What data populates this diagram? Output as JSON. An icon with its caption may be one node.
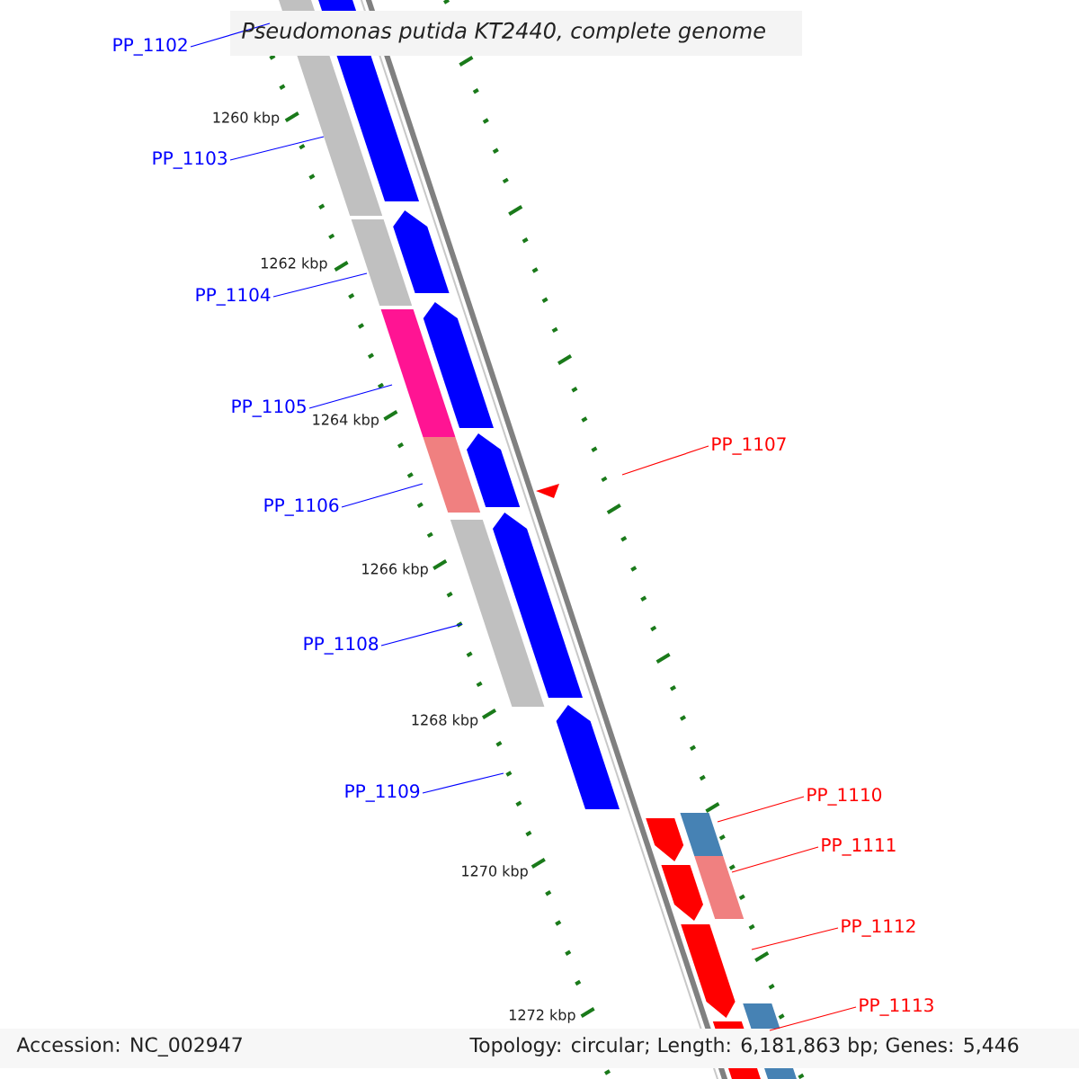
{
  "diagram": {
    "title": "Pseudomonas putida KT2440, complete genome",
    "nodes": [
      {
        "text": [
          "PP_1102"
        ]
      },
      {
        "text": [
          "PP_1103"
        ]
      },
      {
        "text": [
          "PP_1104"
        ]
      },
      {
        "text": [
          "PP_1105"
        ]
      },
      {
        "text": [
          "PP_1106"
        ]
      },
      {
        "text": [
          "PP_1107"
        ]
      },
      {
        "text": [
          "PP_1108"
        ]
      },
      {
        "text": [
          "PP_1109"
        ]
      },
      {
        "text": [
          "PP_1110"
        ]
      },
      {
        "text": [
          "PP_1111"
        ]
      },
      {
        "text": [
          "PP_1112"
        ]
      },
      {
        "text": [
          "PP_1113"
        ]
      }
    ],
    "edges": [
      {
        "from": 0,
        "to": null,
        "arrow": "none"
      },
      {
        "from": 1,
        "to": null,
        "arrow": "none"
      },
      {
        "from": 2,
        "to": null,
        "arrow": "none"
      },
      {
        "from": 3,
        "to": null,
        "arrow": "none"
      },
      {
        "from": 4,
        "to": null,
        "arrow": "none"
      },
      {
        "from": 5,
        "to": null,
        "arrow": "none",
        "color": "#ff0000"
      },
      {
        "from": 6,
        "to": null,
        "arrow": "none"
      },
      {
        "from": 7,
        "to": null,
        "arrow": "none"
      },
      {
        "from": 8,
        "to": null,
        "arrow": "none",
        "color": "#ff0000"
      },
      {
        "from": 9,
        "to": null,
        "arrow": "none",
        "color": "#ff0000"
      },
      {
        "from": 10,
        "to": null,
        "arrow": "none",
        "color": "#ff0000"
      },
      {
        "from": 11,
        "to": null,
        "arrow": "none",
        "color": "#ff0000"
      }
    ],
    "labels": [
      "1260 kbp",
      "1262 kbp",
      "1264 kbp",
      "1266 kbp",
      "1268 kbp",
      "1270 kbp",
      "1272 kbp",
      "Accession: NC_002947",
      "Topology: circular; Length: 6,181,863 bp; Genes: 5,446"
    ]
  }
}
